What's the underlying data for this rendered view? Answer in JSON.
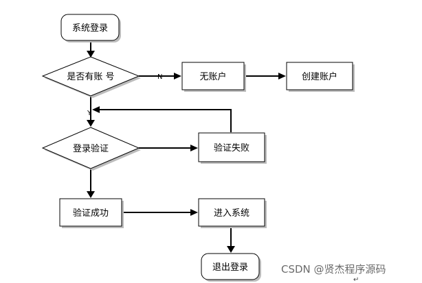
{
  "nodes": {
    "start": {
      "label": "系统登录"
    },
    "has_account": {
      "label": "是否有账 号"
    },
    "no_account": {
      "label": "无账户"
    },
    "create_account": {
      "label": "创建账户"
    },
    "login_verify": {
      "label": "登录验证"
    },
    "verify_fail": {
      "label": "验证失败"
    },
    "verify_success": {
      "label": "验证成功"
    },
    "enter_system": {
      "label": "进入系统"
    },
    "logout": {
      "label": "退出登录"
    }
  },
  "edges": {
    "no_label": "N",
    "yes_label": "Y"
  },
  "watermark": {
    "text": "CSDN @贤杰程序源码",
    "return_mark": "↵"
  },
  "colors": {
    "stroke": "#000000",
    "fill": "#ffffff",
    "shadow": "#bcbcbc"
  }
}
